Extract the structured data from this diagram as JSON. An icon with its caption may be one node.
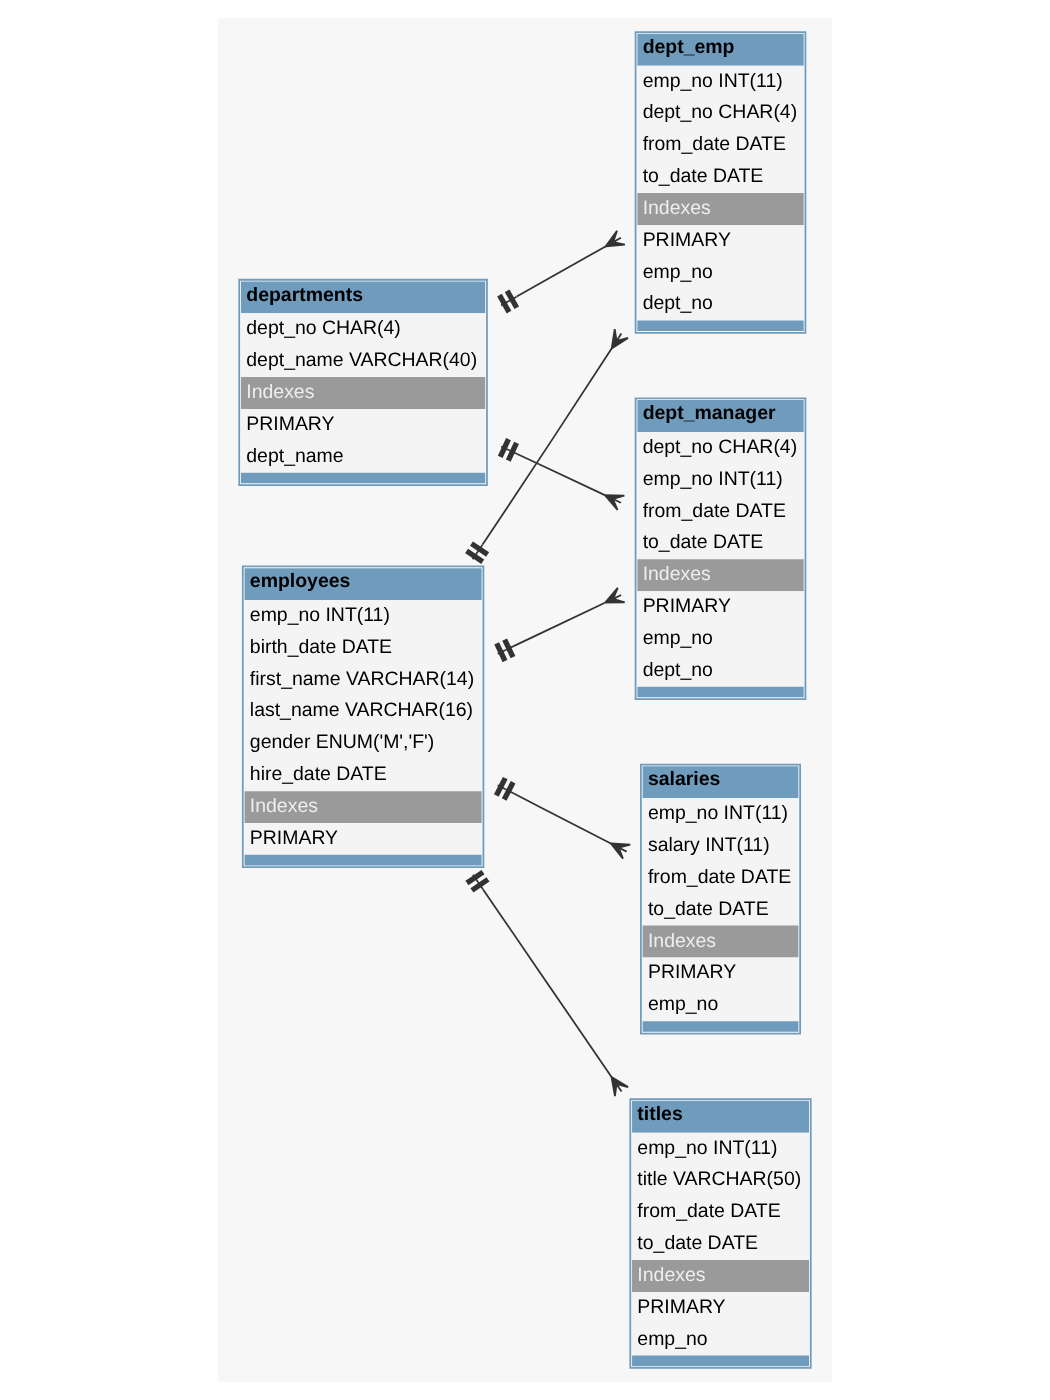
{
  "diagram": {
    "nodes": [
      {
        "text": [
          "dept_emp",
          "emp_no INT(11)",
          "dept_no CHAR(4)",
          "from_date DATE",
          "to_date DATE",
          "Indexes",
          "PRIMARY",
          "emp_no",
          "dept_no"
        ]
      },
      {
        "text": [
          "salaries",
          "emp_no INT(11)",
          "salary INT(11)",
          "from_date DATE",
          "to_date DATE",
          "Indexes",
          "PRIMARY",
          "emp_no"
        ]
      },
      {
        "text": [
          "employees",
          "emp_no INT(11)",
          "birth_date DATE",
          "first_name VARCHAR(14)",
          "last_name VARCHAR(16)",
          "gender ENUM('M','F')",
          "hire_date DATE",
          "Indexes",
          "PRIMARY"
        ]
      },
      {
        "text": [
          "departments",
          "dept_no CHAR(4)",
          "dept_name VARCHAR(40)",
          "Indexes",
          "PRIMARY",
          "dept_name"
        ]
      },
      {
        "text": [
          "dept_manager",
          "dept_no CHAR(4)",
          "emp_no INT(11)",
          "from_date DATE",
          "to_date DATE",
          "Indexes",
          "PRIMARY",
          "emp_no",
          "dept_no"
        ]
      },
      {
        "text": [
          "titles",
          "emp_no INT(11)",
          "title VARCHAR(50)",
          "from_date DATE",
          "to_date DATE",
          "Indexes",
          "PRIMARY",
          "emp_no"
        ]
      }
    ],
    "edges": [
      {
        "from": 2,
        "to": 1,
        "arrow": "other"
      },
      {
        "from": 3,
        "to": 0,
        "arrow": "other"
      },
      {
        "from": 2,
        "to": 0,
        "arrow": "other"
      },
      {
        "from": 3,
        "to": 4,
        "arrow": "other"
      },
      {
        "from": 2,
        "to": 4,
        "arrow": "other"
      },
      {
        "from": 2,
        "to": 5,
        "arrow": "other"
      }
    ]
  }
}
